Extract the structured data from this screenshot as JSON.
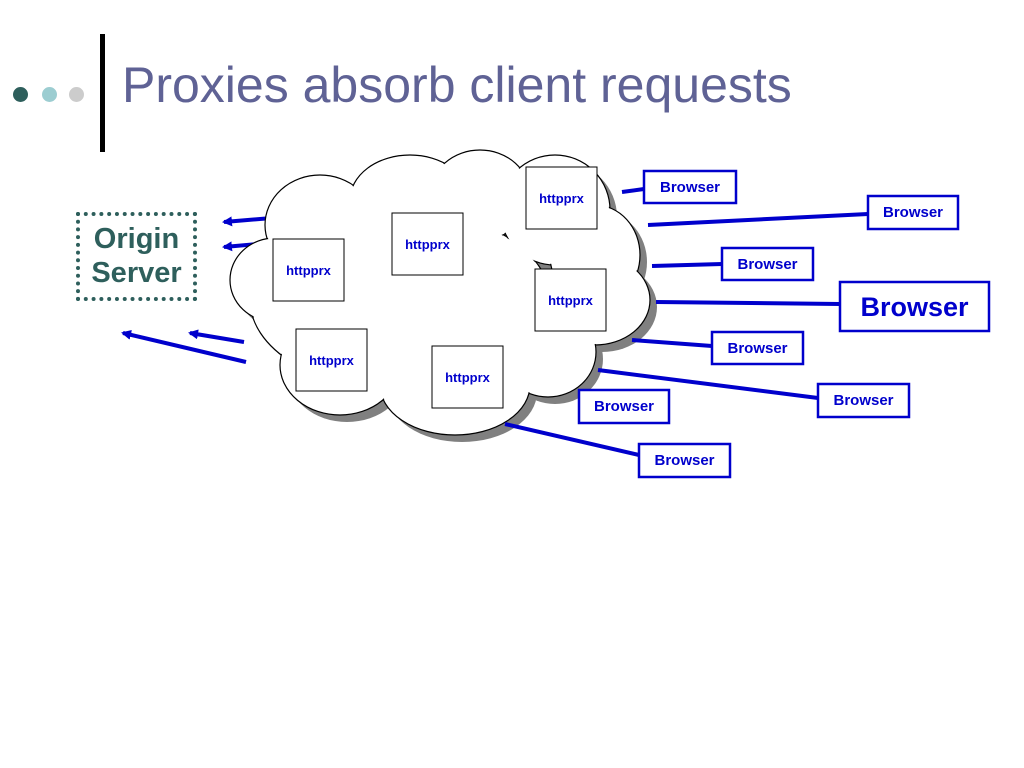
{
  "slide": {
    "title": "Proxies absorb client requests",
    "bullet_dot_colors": [
      "#2e5f5c",
      "#9ccdd1",
      "#cccccc"
    ],
    "title_color": "#5f6295"
  },
  "origin_server": {
    "line1": "Origin",
    "line2": "Server",
    "color": "#2e5f5c"
  },
  "proxies": [
    {
      "label": "httpprx"
    },
    {
      "label": "httpprx"
    },
    {
      "label": "httpprx"
    },
    {
      "label": "httpprx"
    },
    {
      "label": "httpprx"
    },
    {
      "label": "httpprx"
    }
  ],
  "browsers": [
    {
      "label": "Browser"
    },
    {
      "label": "Browser"
    },
    {
      "label": "Browser"
    },
    {
      "label": "Browser"
    },
    {
      "label": "Browser"
    },
    {
      "label": "Browser"
    },
    {
      "label": "Browser"
    },
    {
      "label": "Browser"
    }
  ],
  "colors": {
    "link": "#0000cc",
    "cloud_fill": "#ffffff",
    "cloud_shadow": "#808080"
  }
}
